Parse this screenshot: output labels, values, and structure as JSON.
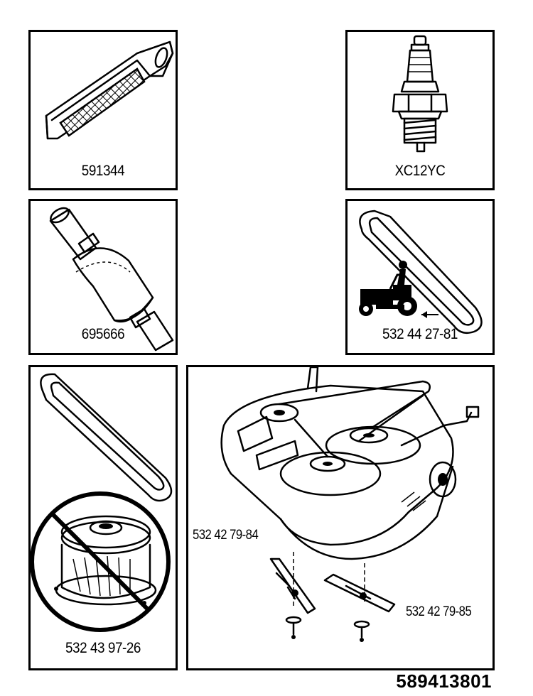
{
  "panels": {
    "air_filter": {
      "label": "591344"
    },
    "spark_plug": {
      "label": "XC12YC"
    },
    "fuel_filter": {
      "label": "695666"
    },
    "drive_belt": {
      "label": "532 44 27-81"
    },
    "deck_belt_pulley": {
      "label": "532 43 97-26"
    },
    "mower_deck": {
      "callout_blade_left": "532 42 79-84",
      "callout_blade_right": "532 42 79-85"
    }
  },
  "footer": {
    "doc_number": "589413801"
  }
}
